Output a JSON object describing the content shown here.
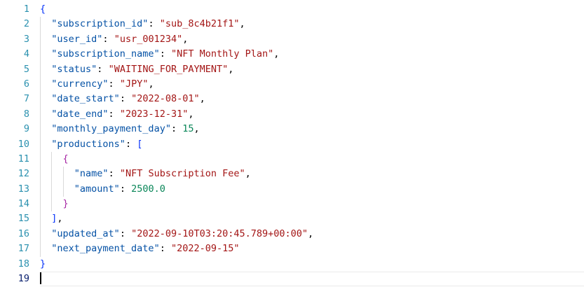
{
  "editor": {
    "language": "json",
    "cursor": {
      "line": 19,
      "column": 1
    },
    "colors": {
      "background": "#ffffff",
      "line_number": "#2b91af",
      "line_number_active": "#0b216f",
      "key": "#0451a5",
      "string": "#a31515",
      "number": "#098658",
      "punctuation": "#000000",
      "bracket_level1": "#0431fa",
      "bracket_level2": "#a626a4",
      "indent_guide": "#d9d9d9",
      "current_line_border": "#eaeaea",
      "cursor": "#000000"
    },
    "lines": [
      {
        "n": 1,
        "tokens": [
          [
            "b1",
            "{"
          ]
        ]
      },
      {
        "n": 2,
        "tokens": [
          [
            "ws",
            "  "
          ],
          [
            "key",
            "\"subscription_id\""
          ],
          [
            "p",
            ": "
          ],
          [
            "str",
            "\"sub_8c4b21f1\""
          ],
          [
            "p",
            ","
          ]
        ]
      },
      {
        "n": 3,
        "tokens": [
          [
            "ws",
            "  "
          ],
          [
            "key",
            "\"user_id\""
          ],
          [
            "p",
            ": "
          ],
          [
            "str",
            "\"usr_001234\""
          ],
          [
            "p",
            ","
          ]
        ]
      },
      {
        "n": 4,
        "tokens": [
          [
            "ws",
            "  "
          ],
          [
            "key",
            "\"subscription_name\""
          ],
          [
            "p",
            ": "
          ],
          [
            "str",
            "\"NFT Monthly Plan\""
          ],
          [
            "p",
            ","
          ]
        ]
      },
      {
        "n": 5,
        "tokens": [
          [
            "ws",
            "  "
          ],
          [
            "key",
            "\"status\""
          ],
          [
            "p",
            ": "
          ],
          [
            "str",
            "\"WAITING_FOR_PAYMENT\""
          ],
          [
            "p",
            ","
          ]
        ]
      },
      {
        "n": 6,
        "tokens": [
          [
            "ws",
            "  "
          ],
          [
            "key",
            "\"currency\""
          ],
          [
            "p",
            ": "
          ],
          [
            "str",
            "\"JPY\""
          ],
          [
            "p",
            ","
          ]
        ]
      },
      {
        "n": 7,
        "tokens": [
          [
            "ws",
            "  "
          ],
          [
            "key",
            "\"date_start\""
          ],
          [
            "p",
            ": "
          ],
          [
            "str",
            "\"2022-08-01\""
          ],
          [
            "p",
            ","
          ]
        ]
      },
      {
        "n": 8,
        "tokens": [
          [
            "ws",
            "  "
          ],
          [
            "key",
            "\"date_end\""
          ],
          [
            "p",
            ": "
          ],
          [
            "str",
            "\"2023-12-31\""
          ],
          [
            "p",
            ","
          ]
        ]
      },
      {
        "n": 9,
        "tokens": [
          [
            "ws",
            "  "
          ],
          [
            "key",
            "\"monthly_payment_day\""
          ],
          [
            "p",
            ": "
          ],
          [
            "num",
            "15"
          ],
          [
            "p",
            ","
          ]
        ]
      },
      {
        "n": 10,
        "tokens": [
          [
            "ws",
            "  "
          ],
          [
            "key",
            "\"productions\""
          ],
          [
            "p",
            ": "
          ],
          [
            "b1",
            "["
          ]
        ]
      },
      {
        "n": 11,
        "tokens": [
          [
            "ws",
            "    "
          ],
          [
            "b2",
            "{"
          ]
        ]
      },
      {
        "n": 12,
        "tokens": [
          [
            "ws",
            "      "
          ],
          [
            "key",
            "\"name\""
          ],
          [
            "p",
            ": "
          ],
          [
            "str",
            "\"NFT Subscription Fee\""
          ],
          [
            "p",
            ","
          ]
        ]
      },
      {
        "n": 13,
        "tokens": [
          [
            "ws",
            "      "
          ],
          [
            "key",
            "\"amount\""
          ],
          [
            "p",
            ": "
          ],
          [
            "num",
            "2500.0"
          ]
        ]
      },
      {
        "n": 14,
        "tokens": [
          [
            "ws",
            "    "
          ],
          [
            "b2",
            "}"
          ]
        ]
      },
      {
        "n": 15,
        "tokens": [
          [
            "ws",
            "  "
          ],
          [
            "b1",
            "]"
          ],
          [
            "p",
            ","
          ]
        ]
      },
      {
        "n": 16,
        "tokens": [
          [
            "ws",
            "  "
          ],
          [
            "key",
            "\"updated_at\""
          ],
          [
            "p",
            ": "
          ],
          [
            "str",
            "\"2022-09-10T03:20:45.789+00:00\""
          ],
          [
            "p",
            ","
          ]
        ]
      },
      {
        "n": 17,
        "tokens": [
          [
            "ws",
            "  "
          ],
          [
            "key",
            "\"next_payment_date\""
          ],
          [
            "p",
            ": "
          ],
          [
            "str",
            "\"2022-09-15\""
          ]
        ]
      },
      {
        "n": 18,
        "tokens": [
          [
            "b1",
            "}"
          ]
        ]
      },
      {
        "n": 19,
        "tokens": []
      }
    ]
  }
}
